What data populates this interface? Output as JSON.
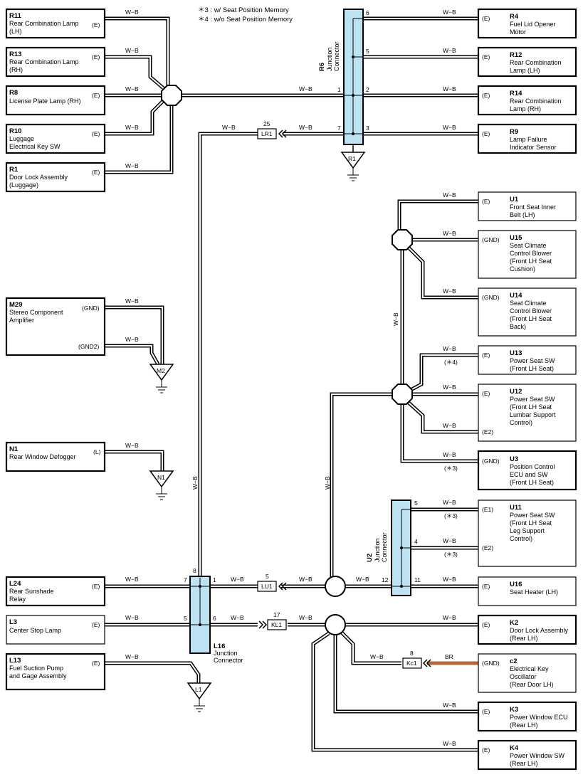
{
  "notes": [
    "＊3 : w/ Seat Position Memory",
    "＊4 : w/o Seat Position Memory"
  ],
  "wire_color": "W−B",
  "br_wire_color": "BR",
  "components": {
    "R11": {
      "code": "R11",
      "l1": "Rear Combination Lamp",
      "l2": "(LH)",
      "pin": "(E)"
    },
    "R13": {
      "code": "R13",
      "l1": "Rear Combination Lamp",
      "l2": "(RH)",
      "pin": "(E)"
    },
    "R8": {
      "code": "R8",
      "l1": "License Plate Lamp (RH)",
      "pin": "(E)"
    },
    "R10": {
      "code": "R10",
      "l1": "Luggage",
      "l2": "Electrical Key SW",
      "pin": "(E)"
    },
    "R1": {
      "code": "R1",
      "l1": "Door Lock Assembly",
      "l2": "(Luggage)",
      "pin": "(E)"
    },
    "R4": {
      "code": "R4",
      "l1": "Fuel Lid Opener",
      "l2": "Motor",
      "pin": "(E)"
    },
    "R12": {
      "code": "R12",
      "l1": "Rear Combination",
      "l2": "Lamp (LH)",
      "pin": "(E)"
    },
    "R14": {
      "code": "R14",
      "l1": "Rear Combination",
      "l2": "Lamp (RH)",
      "pin": "(E)"
    },
    "R9": {
      "code": "R9",
      "l1": "Lamp Failure",
      "l2": "Indicator Sensor",
      "pin": "(E)"
    },
    "U1": {
      "code": "U1",
      "l1": "Front Seat Inner",
      "l2": "Belt (LH)",
      "pin": "(E)"
    },
    "U15": {
      "code": "U15",
      "l1": "Seat Climate",
      "l2": "Control Blower",
      "l3": "(Front LH Seat",
      "l4": " Cushion)",
      "pin": "(GND)"
    },
    "U14": {
      "code": "U14",
      "l1": "Seat Climate",
      "l2": "Control Blower",
      "l3": "(Front LH Seat",
      "l4": " Back)",
      "pin": "(GND)"
    },
    "U13": {
      "code": "U13",
      "l1": "Power Seat SW",
      "l2": "(Front LH Seat)",
      "pin": "(E)"
    },
    "U12": {
      "code": "U12",
      "l1": "Power Seat SW",
      "l2": "(Front LH Seat",
      "l3": " Lumbar Support",
      "l4": " Control)",
      "pin": "(E)",
      "pin2": "(E2)"
    },
    "U3": {
      "code": "U3",
      "l1": "Position Control",
      "l2": "ECU and SW",
      "l3": "(Front LH Seat)",
      "pin": "(GND)"
    },
    "U11": {
      "code": "U11",
      "l1": "Power Seat SW",
      "l2": "(Front LH Seat",
      "l3": " Leg Support",
      "l4": " Control)",
      "pin": "(E1)",
      "pin2": "(E2)"
    },
    "U16": {
      "code": "U16",
      "l1": "Seat Heater (LH)",
      "pin": "(E)"
    },
    "M29": {
      "code": "M29",
      "l1": "Stereo Component",
      "l2": "Amplifier",
      "pin": "(GND)",
      "pin2": "(GND2)"
    },
    "N1": {
      "code": "N1",
      "l1": "Rear Window Defogger",
      "pin": "(L)"
    },
    "L24": {
      "code": "L24",
      "l1": "Rear Sunshade",
      "l2": "Relay",
      "pin": "(E)"
    },
    "L3": {
      "code": "L3",
      "l1": "Center Stop Lamp",
      "pin": "(E)"
    },
    "L13": {
      "code": "L13",
      "l1": "Fuel Suction Pump",
      "l2": "and Gage Assembly",
      "pin": "(E)"
    },
    "K2": {
      "code": "K2",
      "l1": "Door Lock Assembly",
      "l2": "(Rear LH)",
      "pin": "(E)"
    },
    "c2": {
      "code": "c2",
      "l1": "Electrical Key",
      "l2": "Oscillator",
      "l3": "(Rear Door LH)",
      "pin": "(GND)"
    },
    "K3": {
      "code": "K3",
      "l1": "Power Window ECU",
      "l2": "(Rear LH)",
      "pin": "(E)"
    },
    "K4": {
      "code": "K4",
      "l1": "Power Window SW",
      "l2": "(Rear LH)",
      "pin": "(E)"
    }
  },
  "junction_connectors": {
    "R6": {
      "code": "R6",
      "l1": "Junction",
      "l2": "Connector",
      "ground": "R1"
    },
    "U2": {
      "code": "U2",
      "l1": "Junction",
      "l2": "Connector"
    },
    "L16": {
      "code": "L16",
      "l1": "Junction",
      "l2": "Connector"
    }
  },
  "grounds": {
    "M2": "M2",
    "N1": "N1",
    "L1": "L1"
  },
  "connectors": {
    "LR1": {
      "label": "LR1",
      "num": "25"
    },
    "LU1": {
      "label": "LU1",
      "num": "5"
    },
    "KL1": {
      "label": "KL1",
      "num": "17"
    },
    "Kc1": {
      "label": "Kc1",
      "num": "8"
    }
  },
  "pins": {
    "r6_6": "6",
    "r6_5": "5",
    "r6_1": "1",
    "r6_2": "2",
    "r6_7": "7",
    "r6_3": "3",
    "u2_5": "5",
    "u2_4": "4",
    "u2_12": "12",
    "u2_11": "11",
    "l16_8": "8",
    "l16_7": "7",
    "l16_1": "1",
    "l16_5": "5",
    "l16_6": "6"
  },
  "notemarks": {
    "u13": "(＊4)",
    "u3": "(＊3)",
    "u11a": "(＊3)",
    "u11b": "(＊3)"
  }
}
